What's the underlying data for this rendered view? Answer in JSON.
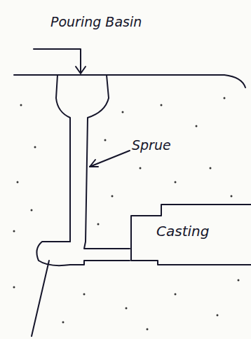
{
  "diagram": {
    "nodes": [
      {
        "text": [
          "Casting"
        ]
      }
    ],
    "labels": [
      "Pouring Basin",
      "Sprue"
    ]
  }
}
